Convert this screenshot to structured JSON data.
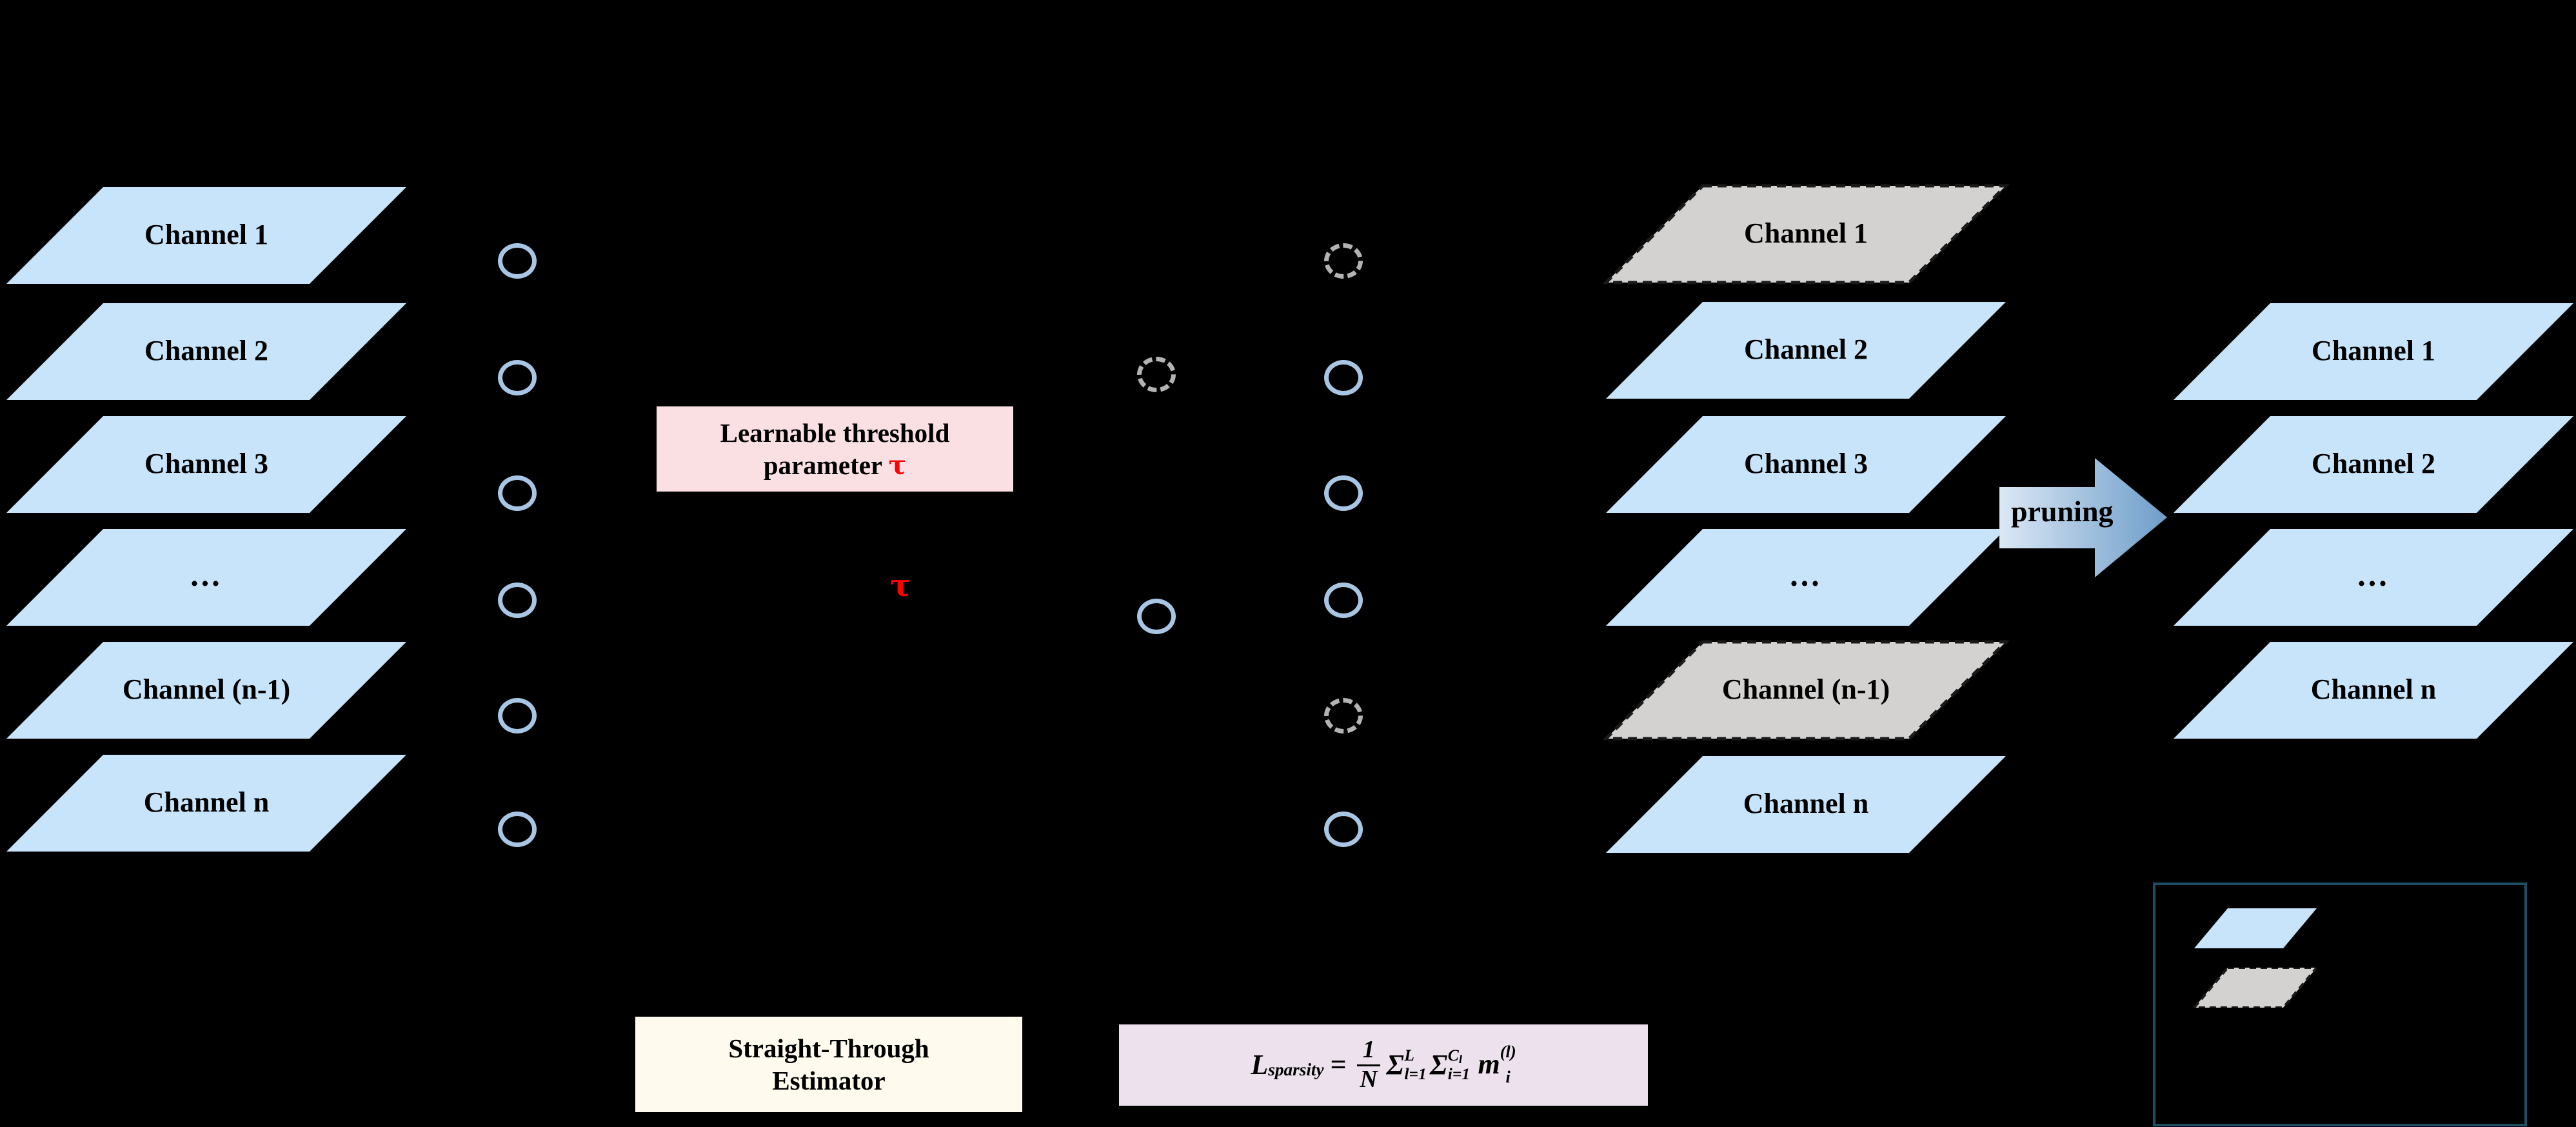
{
  "diagram": {
    "title": "Learnable threshold channel pruning diagram",
    "background_color": "#000000",
    "colors": {
      "channel_active_fill": "#c8e4fa",
      "channel_pruned_fill": "#d4d2d0",
      "channel_pruned_border": "#1a1a1a",
      "gate_active_stroke": "#a8c6e3",
      "gate_pruned_stroke": "#b3b3b3",
      "threshold_box_bg": "#fae0e2",
      "ste_box_bg": "#fefbee",
      "loss_box_bg": "#ece1ec",
      "tau_color": "#ff0000",
      "arrow_gradient_start": "#dbe8f5",
      "arrow_gradient_end": "#6e9dc9",
      "legend_border": "#1f4e63"
    }
  },
  "input_stack": {
    "name": "Input channels",
    "layers": [
      {
        "label": "Channel 1",
        "state": "active"
      },
      {
        "label": "Channel 2",
        "state": "active"
      },
      {
        "label": "Channel 3",
        "state": "active"
      },
      {
        "label": "...",
        "state": "active"
      },
      {
        "label": "Channel (n-1)",
        "state": "active"
      },
      {
        "label": "Channel n",
        "state": "active"
      }
    ]
  },
  "gate_column_left": {
    "name": "Pre-threshold gates",
    "gates": [
      {
        "state": "active"
      },
      {
        "state": "active"
      },
      {
        "state": "active"
      },
      {
        "state": "active"
      },
      {
        "state": "active"
      },
      {
        "state": "active"
      }
    ]
  },
  "gate_column_right": {
    "name": "Post-threshold binary mask gates",
    "gates": [
      {
        "state": "pruned"
      },
      {
        "state": "active"
      },
      {
        "state": "active"
      },
      {
        "state": "active"
      },
      {
        "state": "pruned"
      },
      {
        "state": "active"
      }
    ]
  },
  "gate_offset": {
    "name": "Offset transition gates",
    "gates": [
      {
        "state": "pruned"
      },
      {
        "state": "active"
      }
    ]
  },
  "threshold_box": {
    "line1": "Learnable threshold",
    "line2_prefix": "parameter ",
    "tau": "τ"
  },
  "free_tau": {
    "symbol": "τ"
  },
  "ste_box": {
    "line1": "Straight-Through",
    "line2": "Estimator"
  },
  "loss_box": {
    "lhs_main": "L",
    "lhs_sub": "sparsity",
    "equals": "=",
    "frac_num": "1",
    "frac_den": "N",
    "sum1_symbol": "Σ",
    "sum1_upper": "L",
    "sum1_lower": "l=1",
    "sum2_symbol": "Σ",
    "sum2_upper": "C",
    "sum2_upper_sub": "l",
    "sum2_lower": "i=1",
    "mask_symbol": "m",
    "mask_superscript": "(l)",
    "mask_subscript": "i"
  },
  "masked_stack": {
    "name": "Masked channel stack",
    "layers": [
      {
        "label": "Channel 1",
        "state": "pruned"
      },
      {
        "label": "Channel 2",
        "state": "active"
      },
      {
        "label": "Channel 3",
        "state": "active"
      },
      {
        "label": "...",
        "state": "active"
      },
      {
        "label": "Channel (n-1)",
        "state": "pruned"
      },
      {
        "label": "Channel n",
        "state": "active"
      }
    ]
  },
  "pruning_arrow": {
    "label": "pruning"
  },
  "output_stack": {
    "name": "Pruned output channels",
    "layers": [
      {
        "label": "Channel 1",
        "state": "active"
      },
      {
        "label": "Channel 2",
        "state": "active"
      },
      {
        "label": "...",
        "state": "active"
      },
      {
        "label": "Channel n",
        "state": "active"
      }
    ]
  },
  "legend": {
    "items": [
      {
        "swatch": "active",
        "label": ""
      },
      {
        "swatch": "pruned",
        "label": ""
      }
    ]
  }
}
